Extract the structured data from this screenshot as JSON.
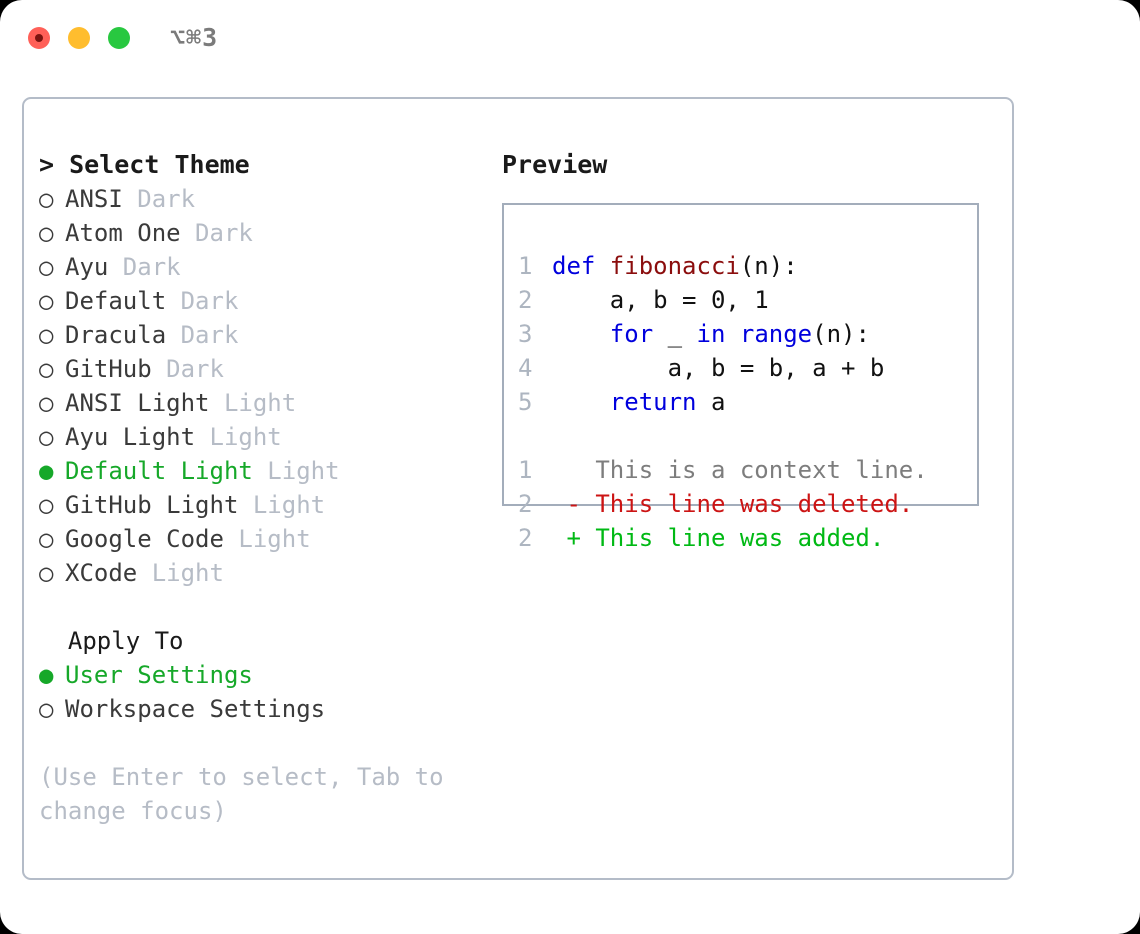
{
  "window": {
    "shortcut": "⌥⌘3",
    "traffic_lights": [
      "close-red",
      "minimize-yellow",
      "maximize-green"
    ]
  },
  "theme_picker": {
    "header": "> Select Theme",
    "items": [
      {
        "marker": "○",
        "label": "ANSI",
        "tag": "Dark",
        "selected": false
      },
      {
        "marker": "○",
        "label": "Atom One",
        "tag": "Dark",
        "selected": false
      },
      {
        "marker": "○",
        "label": "Ayu",
        "tag": "Dark",
        "selected": false
      },
      {
        "marker": "○",
        "label": "Default",
        "tag": "Dark",
        "selected": false
      },
      {
        "marker": "○",
        "label": "Dracula",
        "tag": "Dark",
        "selected": false
      },
      {
        "marker": "○",
        "label": "GitHub",
        "tag": "Dark",
        "selected": false
      },
      {
        "marker": "○",
        "label": "ANSI Light",
        "tag": "Light",
        "selected": false
      },
      {
        "marker": "○",
        "label": "Ayu Light",
        "tag": "Light",
        "selected": false
      },
      {
        "marker": "●",
        "label": "Default Light",
        "tag": "Light",
        "selected": true
      },
      {
        "marker": "○",
        "label": "GitHub Light",
        "tag": "Light",
        "selected": false
      },
      {
        "marker": "○",
        "label": "Google Code",
        "tag": "Light",
        "selected": false
      },
      {
        "marker": "○",
        "label": "XCode",
        "tag": "Light",
        "selected": false
      }
    ]
  },
  "apply_to": {
    "header": "  Apply To",
    "items": [
      {
        "marker": "●",
        "label": "User Settings",
        "selected": true
      },
      {
        "marker": "○",
        "label": "Workspace Settings",
        "selected": false
      }
    ]
  },
  "hint": "(Use Enter to select, Tab to change focus)",
  "preview": {
    "title": "Preview",
    "code_lines": [
      {
        "num": "1",
        "parts": [
          {
            "t": "def ",
            "c": "kw"
          },
          {
            "t": "fibonacci",
            "c": "fn"
          },
          {
            "t": "(n):",
            "c": "pl"
          }
        ]
      },
      {
        "num": "2",
        "parts": [
          {
            "t": "    a, b = 0, 1",
            "c": "pl"
          }
        ]
      },
      {
        "num": "3",
        "parts": [
          {
            "t": "    ",
            "c": "pl"
          },
          {
            "t": "for",
            "c": "kw"
          },
          {
            "t": " _ ",
            "c": "pl"
          },
          {
            "t": "in",
            "c": "kw"
          },
          {
            "t": " ",
            "c": "pl"
          },
          {
            "t": "range",
            "c": "kw"
          },
          {
            "t": "(n):",
            "c": "pl"
          }
        ]
      },
      {
        "num": "4",
        "parts": [
          {
            "t": "        a, b = b, a + b",
            "c": "pl"
          }
        ]
      },
      {
        "num": "5",
        "parts": [
          {
            "t": "    ",
            "c": "pl"
          },
          {
            "t": "return",
            "c": "kw"
          },
          {
            "t": " a",
            "c": "pl"
          }
        ]
      }
    ],
    "diff_lines": [
      {
        "num": "1",
        "parts": [
          {
            "t": "   This is a context line.",
            "c": "ctx"
          }
        ]
      },
      {
        "num": "2",
        "parts": [
          {
            "t": " - This line was deleted.",
            "c": "del"
          }
        ]
      },
      {
        "num": "2",
        "parts": [
          {
            "t": " + This line was added.",
            "c": "add"
          }
        ]
      }
    ]
  },
  "colors": {
    "accent_green": "#16a829",
    "keyword_blue": "#0000dd",
    "function_red": "#8b0d0d",
    "diff_delete": "#cc1414",
    "diff_add": "#00b914",
    "muted_gray": "#b6bcc6",
    "border": "#b4bcc8"
  }
}
